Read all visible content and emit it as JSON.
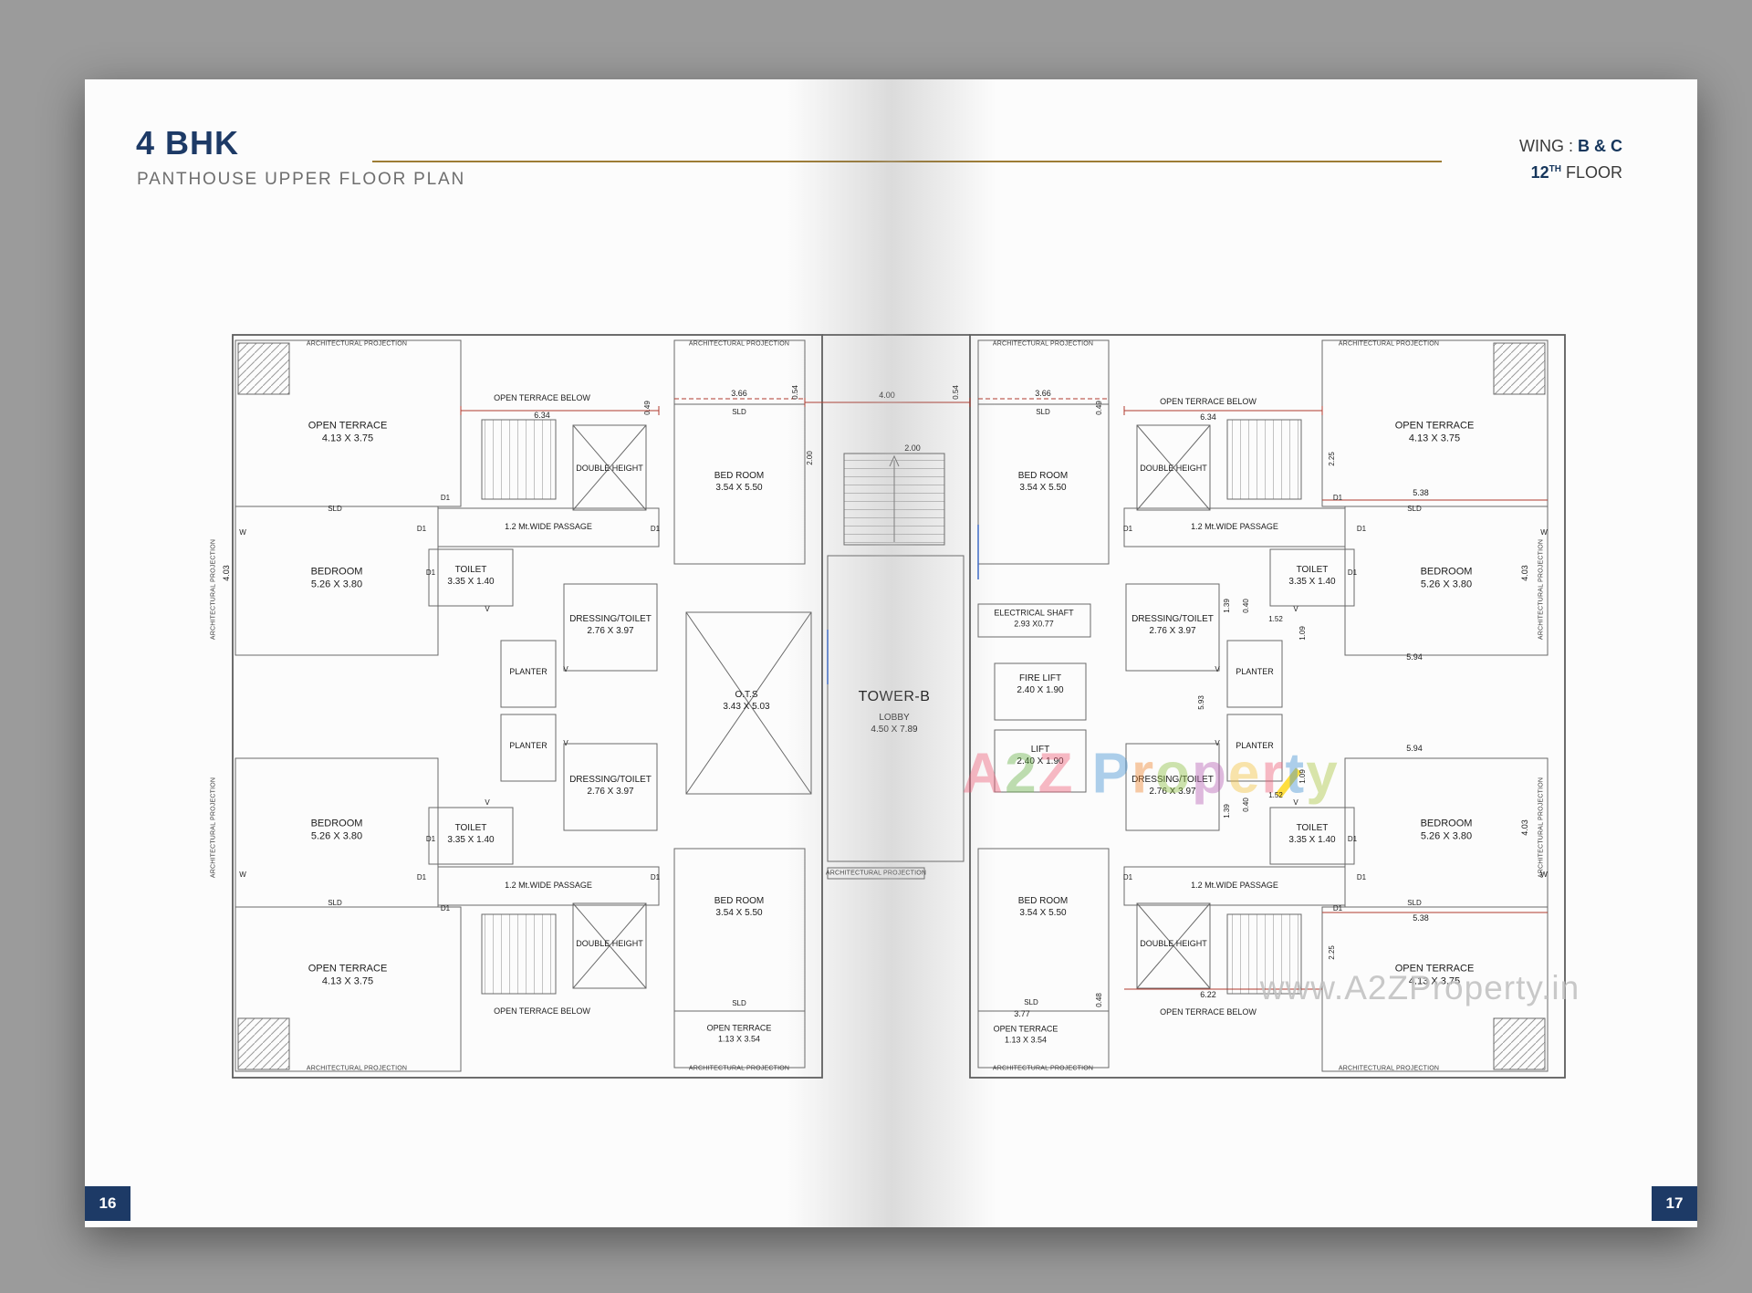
{
  "header": {
    "title": "4 BHK",
    "subtitle": "PANTHOUSE UPPER FLOOR PLAN",
    "wing_label": "WING :",
    "wing_value": "B & C",
    "floor_number": "12",
    "floor_ordinal": "TH",
    "floor_word": "FLOOR"
  },
  "pages": {
    "left_number": "16",
    "right_number": "17"
  },
  "colors": {
    "accent_navy": "#1d3a66",
    "rule_gold": "#9d7c35",
    "dim_red": "#b03a2e",
    "highlight_yellow": "#ffd400",
    "page_background": "#9b9b9b"
  },
  "watermark": {
    "url": "www.A2ZProperty.in",
    "brand_letters": [
      {
        "ch": "A",
        "color": "#ef5d77"
      },
      {
        "ch": "2",
        "color": "#67b246"
      },
      {
        "ch": "Z",
        "color": "#ef5d77"
      },
      {
        "ch": " ",
        "color": "#888888"
      },
      {
        "ch": "P",
        "color": "#3f8fd2"
      },
      {
        "ch": "r",
        "color": "#f0852d"
      },
      {
        "ch": "o",
        "color": "#8cbf3f"
      },
      {
        "ch": "p",
        "color": "#b75fb3"
      },
      {
        "ch": "e",
        "color": "#f3c13a"
      },
      {
        "ch": "r",
        "color": "#ef5d77"
      },
      {
        "ch": "t",
        "color": "#3f8fd2"
      },
      {
        "ch": "y",
        "color": "#a8c53a"
      }
    ]
  },
  "strings": {
    "arch_projection": "ARCHITECTURAL PROJECTION",
    "open_terrace": "OPEN TERRACE",
    "open_terrace_dim": "4.13 X 3.75",
    "open_terrace_below": "OPEN  TERRACE BELOW",
    "bedroom": "BEDROOM",
    "bedroom_dim": "5.26 X 3.80",
    "bed_room": "BED ROOM",
    "bed_room_dim": "3.54 X 5.50",
    "toilet": "TOILET",
    "toilet_dim": "3.35 X 1.40",
    "dressing": "DRESSING/TOILET",
    "dressing_dim": "2.76 X 3.97",
    "planter": "PLANTER",
    "passage": "1.2 Mt.WIDE PASSAGE",
    "double_height": "DOUBLE HEIGHT",
    "ots": "O.T.S",
    "ots_dim": "3.43 X 5.03",
    "elec": "ELECTRICAL SHAFT",
    "elec_dim": "2.93 X0.77",
    "fire_lift": "FIRE LIFT",
    "lift": "LIFT",
    "lift_dim": "2.40 X 1.90",
    "tower": "TOWER-B",
    "lobby": "LOBBY",
    "lobby_dim": "4.50 X 7.89",
    "terr_small_dim": "1.13 X 3.54",
    "sld": "SLD",
    "d1": "D1",
    "v": "V",
    "w": "W"
  },
  "dims": {
    "v634": "6.34",
    "v366": "3.66",
    "v054": "0.54",
    "v049": "0.49",
    "v200": "2.00",
    "v400": "4.00",
    "v403": "4.03",
    "v538": "5.38",
    "v594": "5.94",
    "v593": "5.93",
    "v225": "2.25",
    "v109": "1.09",
    "v152": "1.52",
    "v040": "0.40",
    "v139": "1.39",
    "v622": "6.22",
    "v048": "0.48",
    "v377": "3.77"
  }
}
